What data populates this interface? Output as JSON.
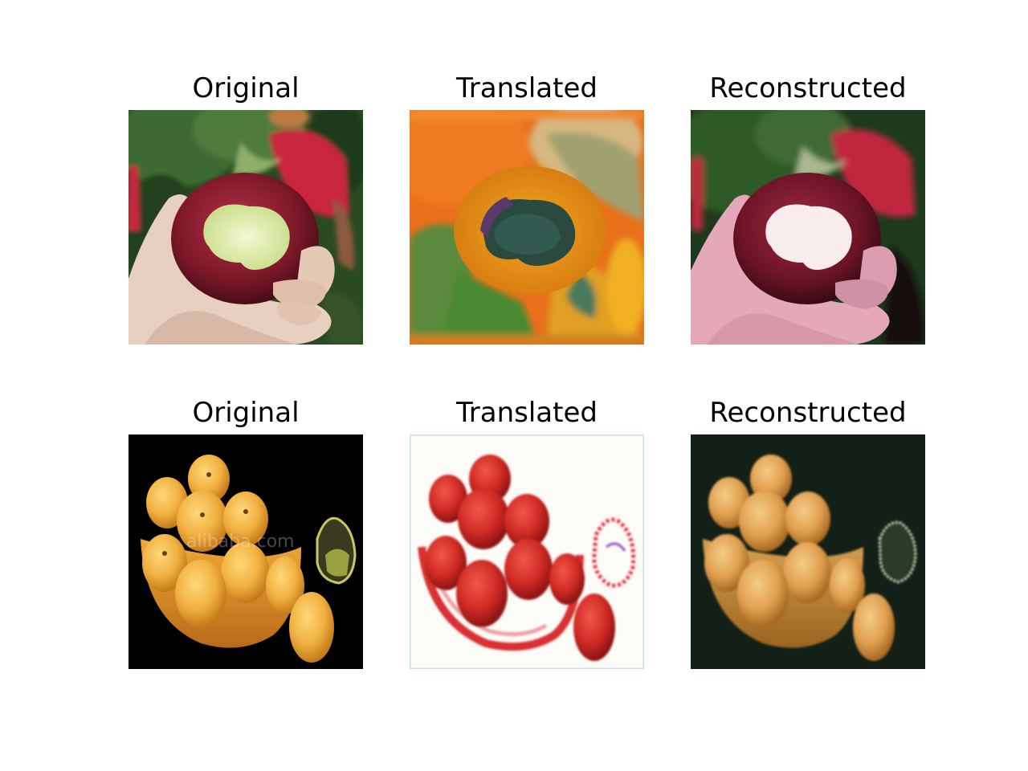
{
  "figure": {
    "rows": [
      {
        "panels": [
          {
            "title": "Original",
            "image_name": "apple-original"
          },
          {
            "title": "Translated",
            "image_name": "apple-translated"
          },
          {
            "title": "Reconstructed",
            "image_name": "apple-reconstructed"
          }
        ]
      },
      {
        "panels": [
          {
            "title": "Original",
            "image_name": "orange-original"
          },
          {
            "title": "Translated",
            "image_name": "orange-translated"
          },
          {
            "title": "Reconstructed",
            "image_name": "orange-reconstructed"
          }
        ]
      }
    ],
    "watermark": "alibaba.com"
  }
}
